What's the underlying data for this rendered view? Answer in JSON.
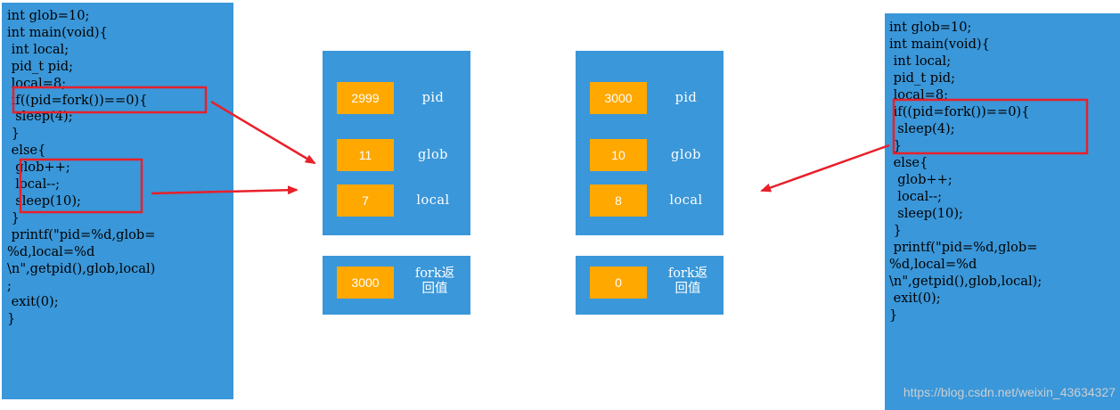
{
  "left_code": {
    "lines": [
      "int glob=10;",
      "int main(void){",
      " int local;",
      " pid_t pid;",
      " local=8;",
      " if((pid=fork())==0){",
      "  sleep(4);",
      " }",
      " else{",
      "  glob++;",
      "  local--;",
      "  sleep(10);",
      " }",
      " printf(\"pid=%d,glob=",
      "%d,local=%d",
      "\\n\",getpid(),glob,local)",
      ";",
      " exit(0);",
      "}"
    ]
  },
  "right_code": {
    "lines": [
      "int glob=10;",
      "int main(void){",
      " int local;",
      " pid_t pid;",
      " local=8;",
      " if((pid=fork())==0){",
      "  sleep(4);",
      " }",
      " else{",
      "  glob++;",
      "  local--;",
      "  sleep(10);",
      " }",
      " printf(\"pid=%d,glob=",
      "%d,local=%d",
      "\\n\",getpid(),glob,local);",
      " exit(0);",
      "}"
    ]
  },
  "parent_process": {
    "pid_value": "2999",
    "pid_label": "pid",
    "glob_value": "11",
    "glob_label": "glob",
    "local_value": "7",
    "local_label": "local",
    "fork_return_value": "3000",
    "fork_return_label_line1": "fork返",
    "fork_return_label_line2": "回值"
  },
  "child_process": {
    "pid_value": "3000",
    "pid_label": "pid",
    "glob_value": "10",
    "glob_label": "glob",
    "local_value": "8",
    "local_label": "local",
    "fork_return_value": "0",
    "fork_return_label_line1": "fork返",
    "fork_return_label_line2": "回值"
  },
  "watermark": "https://blog.csdn.net/weixin_43634327",
  "colors": {
    "panel_blue": "#3a97d9",
    "value_orange": "#ffa800",
    "highlight_red": "#e8202a"
  }
}
